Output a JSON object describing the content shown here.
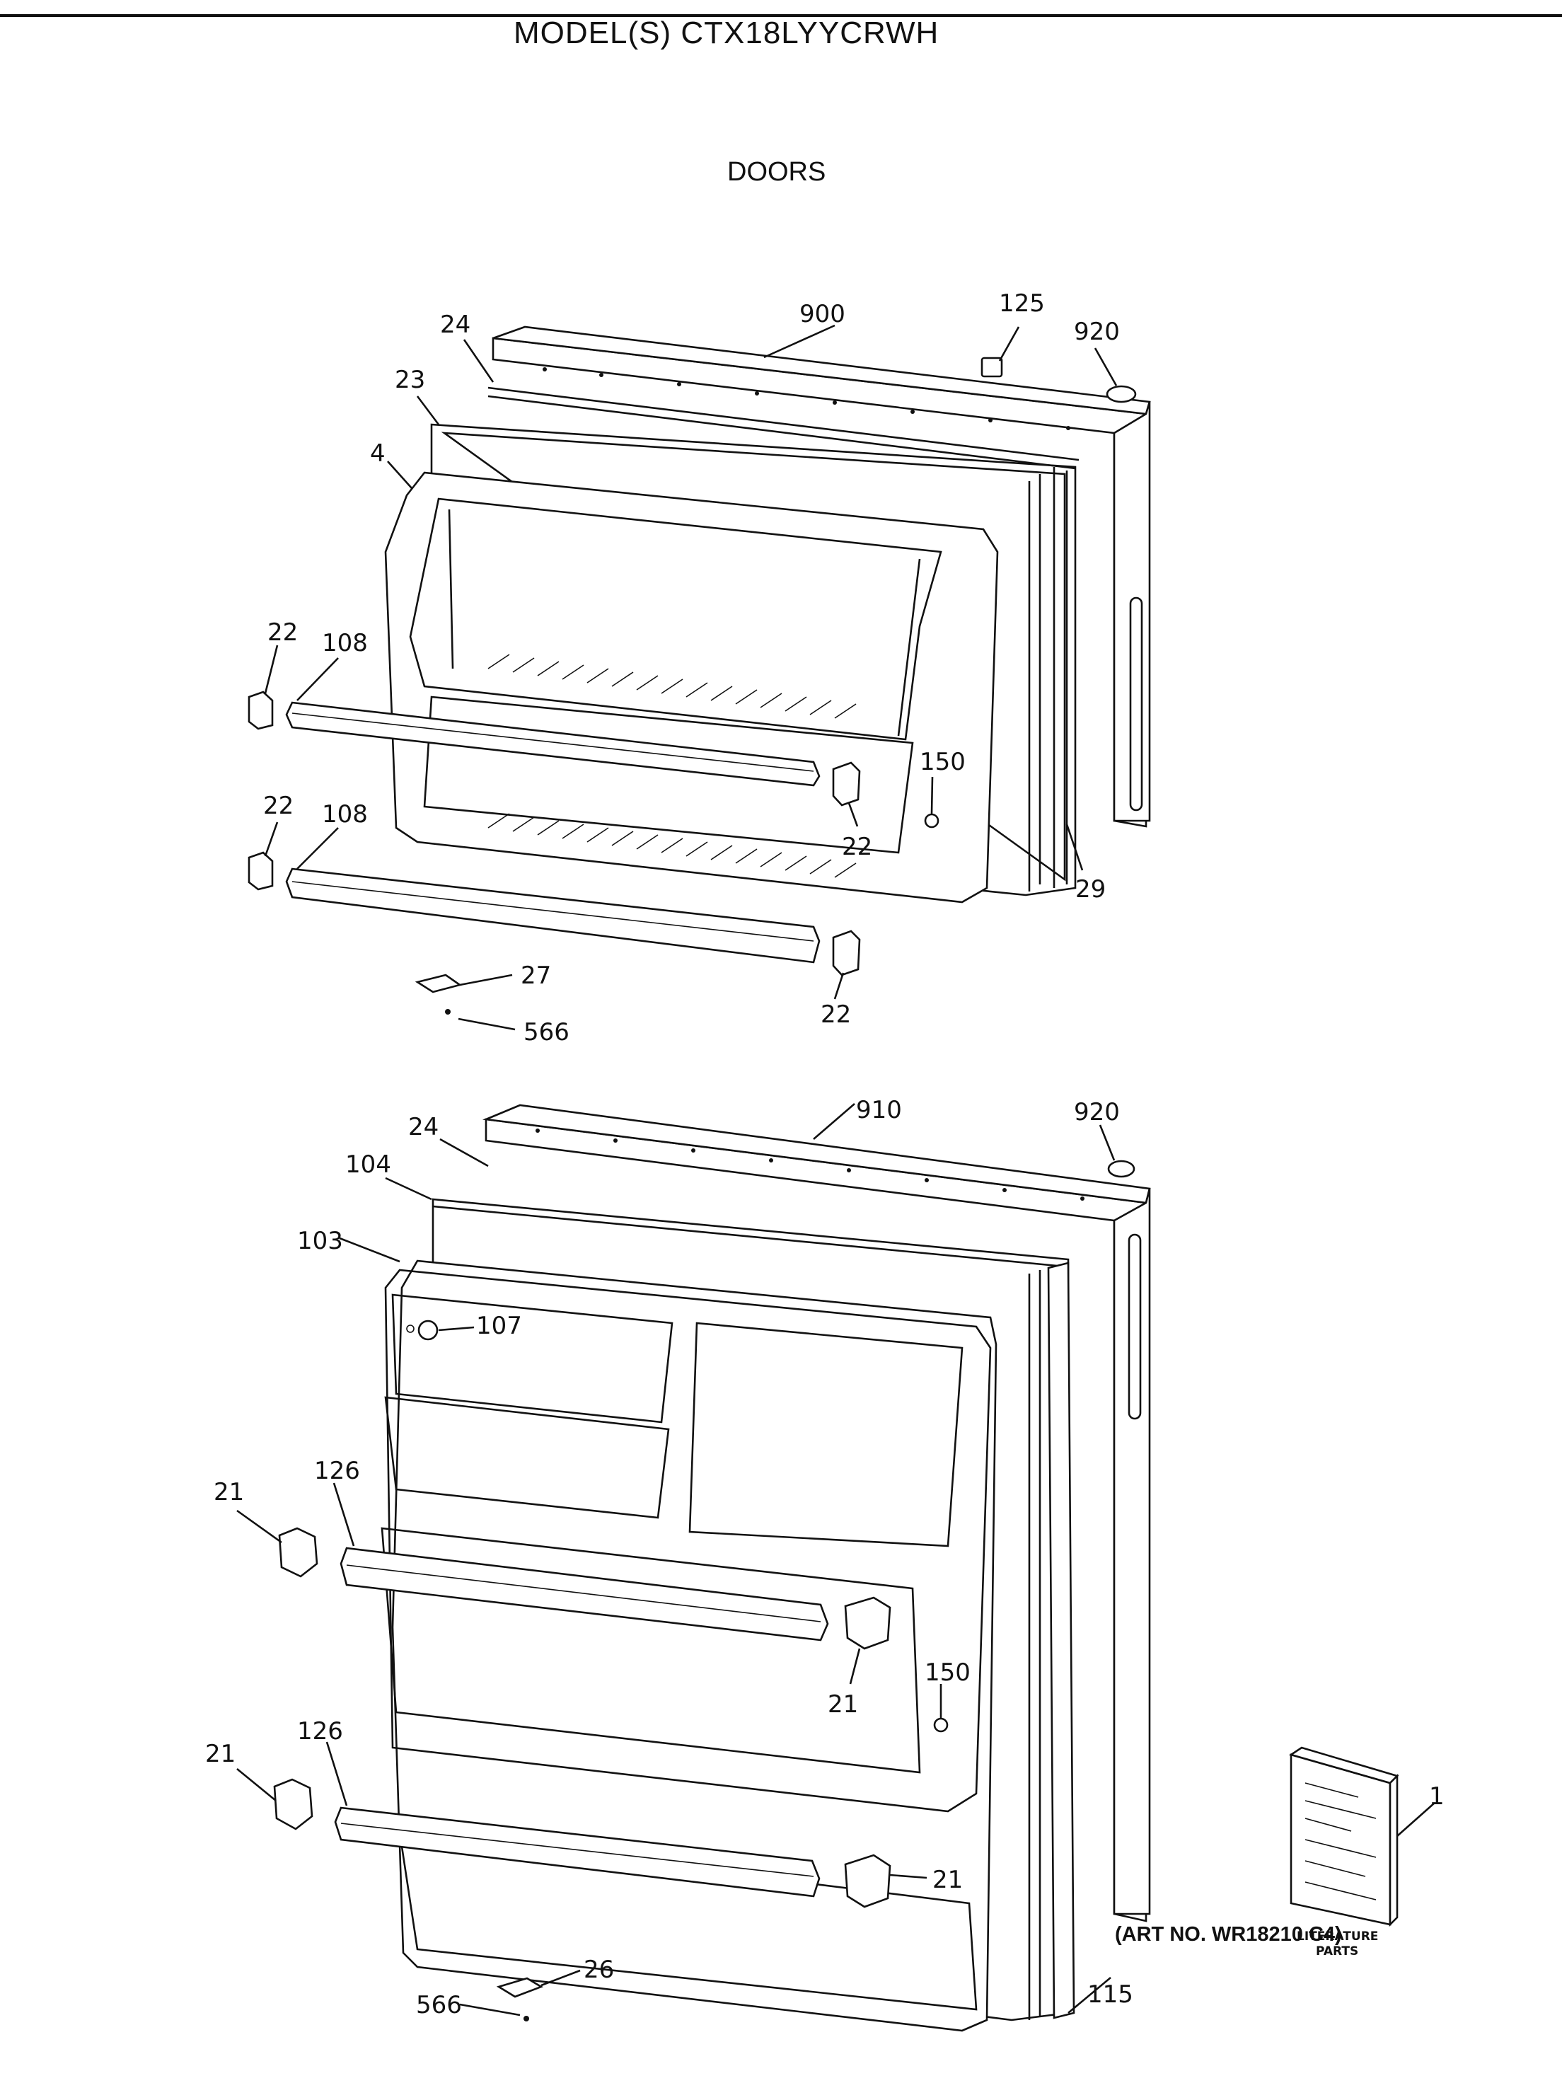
{
  "header": {
    "title": "MODEL(S) CTX18LYYCRWH",
    "subtitle": "DOORS"
  },
  "footer": {
    "art_number": "(ART NO. WR18210 C4)"
  },
  "freezer_door_callouts": {
    "c900": "900",
    "c125": "125",
    "c920": "920",
    "c24": "24",
    "c23": "23",
    "c4": "4",
    "c22a": "22",
    "c108a": "108",
    "c22b": "22",
    "c108b": "108",
    "c150": "150",
    "c22c": "22",
    "c29": "29",
    "c27": "27",
    "c566": "566",
    "c22d": "22"
  },
  "fresh_food_door_callouts": {
    "c910": "910",
    "c920": "920",
    "c24": "24",
    "c104": "104",
    "c103": "103",
    "c107": "107",
    "c126a": "126",
    "c21a": "21",
    "c21b": "21",
    "c150": "150",
    "c126b": "126",
    "c21c": "21",
    "c21d": "21",
    "c1": "1",
    "c115": "115",
    "c26": "26",
    "c566": "566"
  },
  "literature": {
    "label_line1": "LITERATURE",
    "label_line2": "PARTS"
  }
}
